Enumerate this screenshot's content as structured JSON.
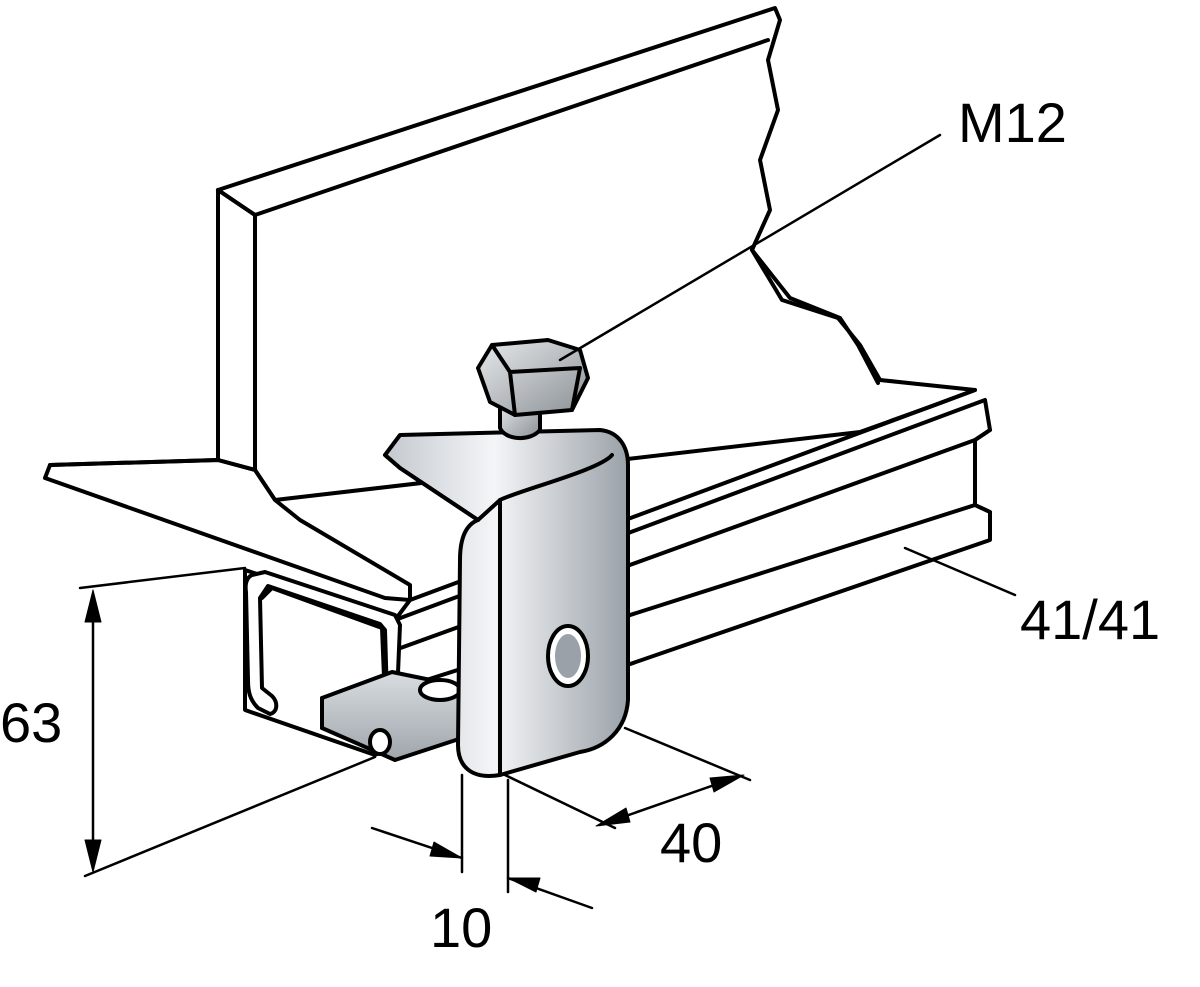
{
  "labels": {
    "bolt": "M12",
    "channel": "41/41",
    "height": "63",
    "width": "40",
    "thickness": "10"
  },
  "colors": {
    "line": "#000000",
    "metal_light": "#f2f4f6",
    "metal_mid": "#c9ced4",
    "metal_dark": "#8e959c",
    "background": "#ffffff"
  }
}
